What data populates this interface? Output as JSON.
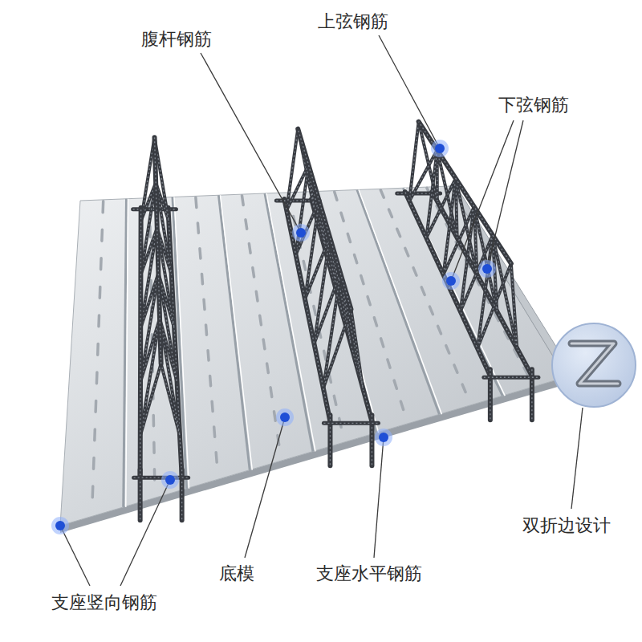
{
  "diagram": {
    "labels": [
      "腹杆钢筋",
      "上弦钢筋",
      "下弦钢筋",
      "双折边设计",
      "底模",
      "支座水平钢筋",
      "支座竖向钢筋"
    ]
  }
}
